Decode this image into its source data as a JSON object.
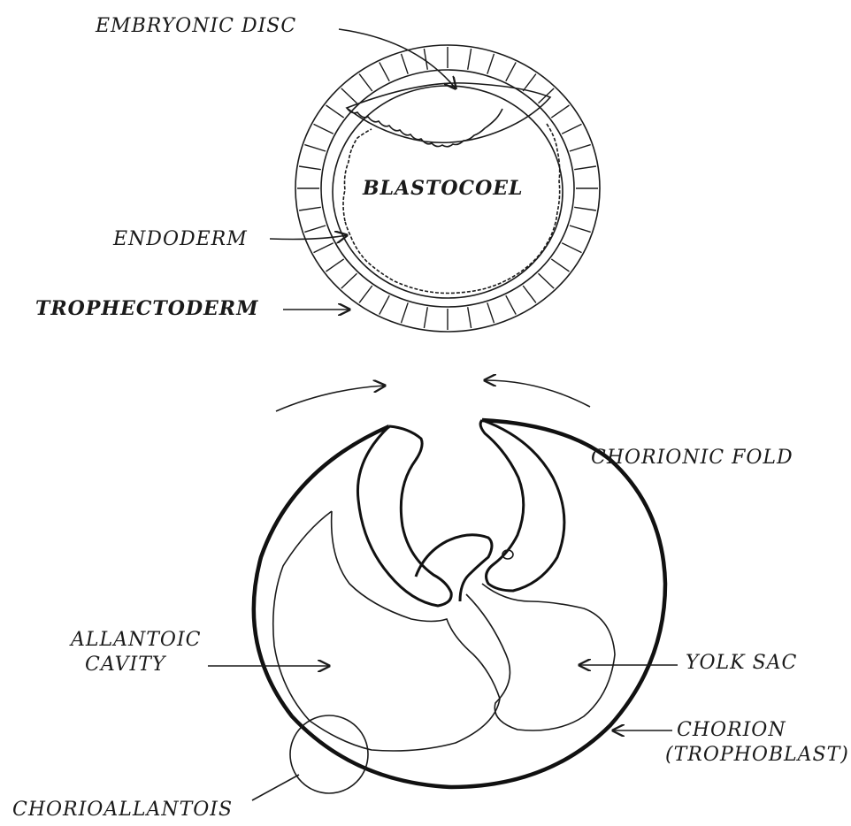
{
  "top_diagram": {
    "embryonic_disc": "EMBRYONIC DISC",
    "blastocoel": "BLASTOCOEL",
    "endoderm": "ENDODERM",
    "trophectoderm": "TROPHECTODERM"
  },
  "bottom_diagram": {
    "chorionic_fold": "CHORIONIC FOLD",
    "allantoic_cavity_line1": "ALLANTOIC",
    "allantoic_cavity_line2": "CAVITY",
    "yolk_sac": "YOLK SAC",
    "chorion_line1": "CHORION",
    "chorion_line2": "(TROPHOBLAST)",
    "chorioallantois": "CHORIOALLANTOIS"
  },
  "icons": [
    "arrow-icon",
    "hatch-pattern"
  ]
}
